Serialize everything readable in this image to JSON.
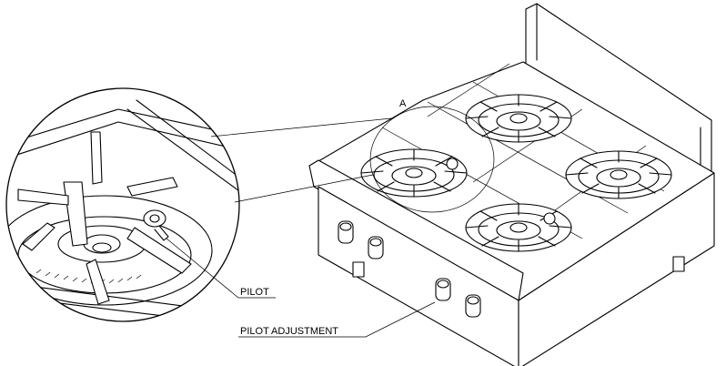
{
  "labels": {
    "detail_callout": "A",
    "pilot": "PILOT",
    "pilot_adjustment": "PILOT ADJUSTMENT"
  }
}
